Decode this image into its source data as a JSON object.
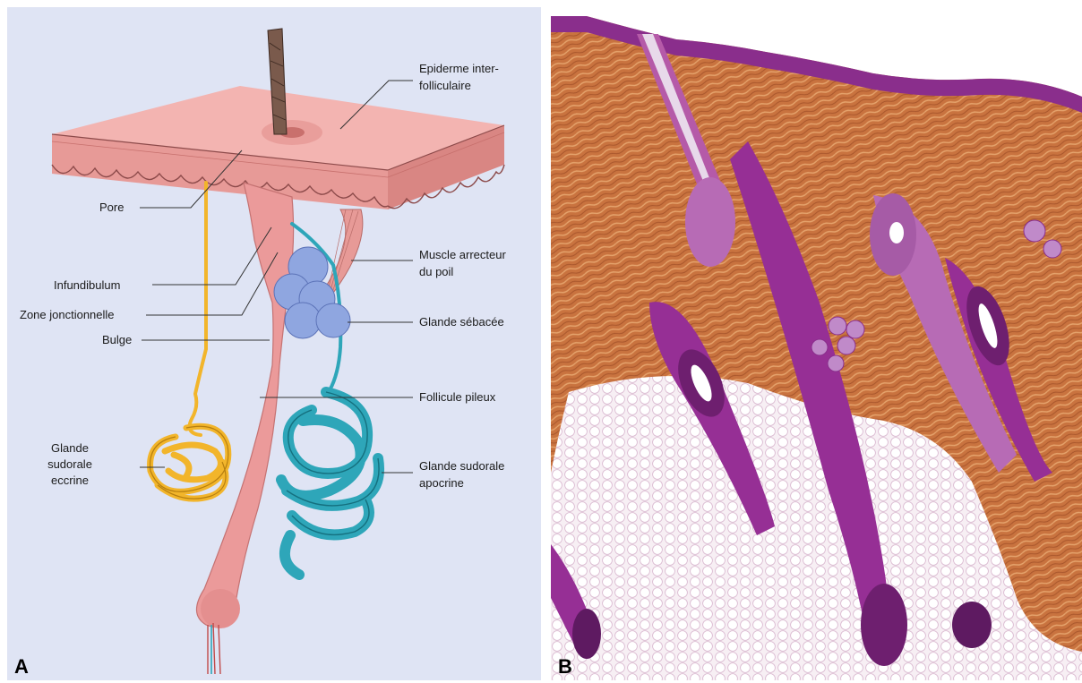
{
  "panels": {
    "a": {
      "letter": "A"
    },
    "b": {
      "letter": "B"
    }
  },
  "labels": {
    "epiderme_line1": "Epiderme inter-",
    "epiderme_line2": "folliculaire",
    "pore": "Pore",
    "muscle_line1": "Muscle arrecteur",
    "muscle_line2": "du poil",
    "infundibulum": "Infundibulum",
    "zone_jonctionnelle": "Zone jonctionnelle",
    "glande_sebacee": "Glande sébacée",
    "bulge": "Bulge",
    "follicule_pileux": "Follicule pileux",
    "eccrine_line1": "Glande",
    "eccrine_line2": "sudorale",
    "eccrine_line3": "eccrine",
    "apocrine_line1": "Glande sudorale",
    "apocrine_line2": "apocrine"
  },
  "colors": {
    "panel_a_bg": "#dfe4f4",
    "skin": "#f0a6a6",
    "skin_dark": "#d97b7b",
    "hair": "#7a5a4c",
    "eccrine": "#f2b52b",
    "apocrine": "#2ea6b9",
    "sebaceous": "#8fa6e0",
    "histo_dermis": "#c46b3c",
    "histo_purple": "#8a2e8c",
    "histo_fat": "#f6eef3"
  }
}
